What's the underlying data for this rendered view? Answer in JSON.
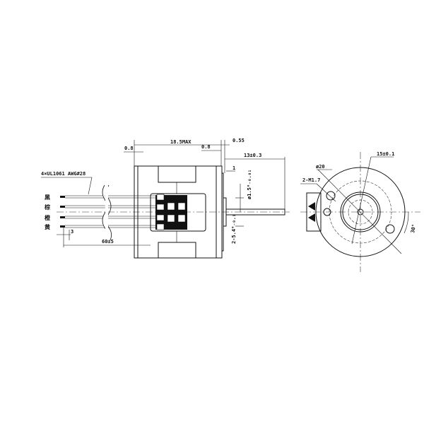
{
  "drawing": {
    "wire_spec": "4×UL1061 AWG#28",
    "wire_colors": [
      "黑",
      "棕",
      "橙",
      "黄"
    ],
    "side_view_dims": {
      "body_length": "18.5MAX",
      "left_offset": "0.8",
      "right_offset": "0.8",
      "flange_thickness": "0.55",
      "shaft_length": "13±0.3",
      "boss_height": "1",
      "shaft_diameter": "ø1.5⁰₋₀.₀₁",
      "boss_diameter": "2-5.4⁰₋₀.₁",
      "wire_length": "60±5",
      "strip_length": "3"
    },
    "end_view_dims": {
      "outer_diameter": "ø20",
      "mount_holes": "2-M1.7",
      "hole_spacing": "15±0.1",
      "angle": "30°"
    }
  }
}
